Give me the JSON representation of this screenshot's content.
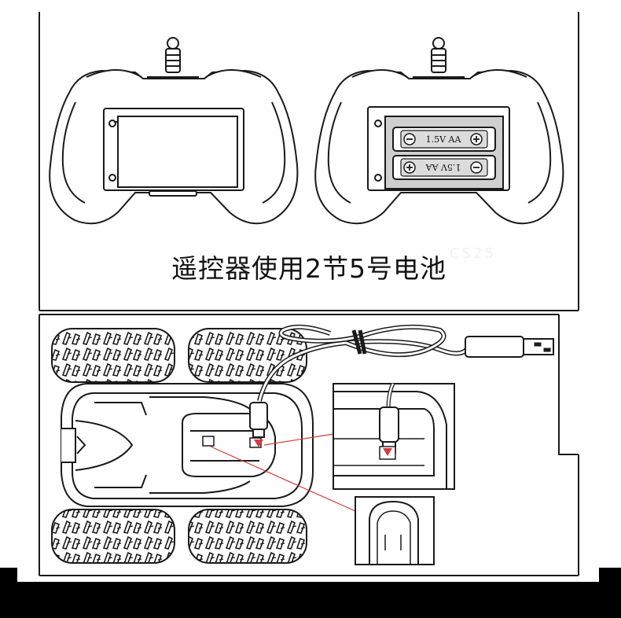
{
  "caption": "遥控器使用2节5号电池",
  "watermark": "CS25",
  "battery_label": "1.5V AA",
  "battery_plus": "⊕",
  "battery_minus": "⊖",
  "colors": {
    "line": "#1a1a1a",
    "fill": "#ffffff",
    "compartment": "#cfcfcf",
    "battery": "#dcdcdc",
    "arrow": "#d43b3b"
  }
}
